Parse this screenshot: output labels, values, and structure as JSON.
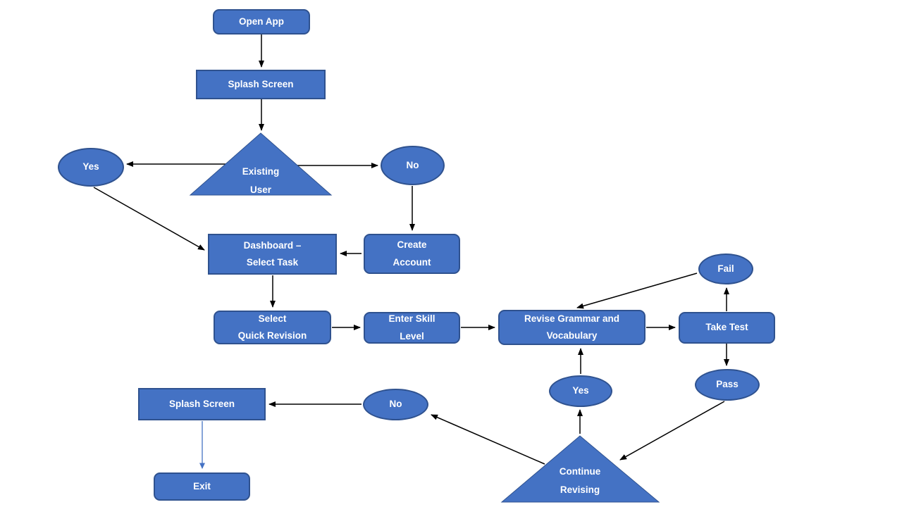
{
  "colors": {
    "background": "#FFFFFF",
    "node_fill": "#4472C4",
    "node_border": "#2F528F",
    "text": "#FFFFFF",
    "arrow": "#000000",
    "blue_arrow": "#4472C4"
  },
  "nodes": {
    "open_app": {
      "shape": "rounded-rect",
      "label": "Open App"
    },
    "splash_screen_top": {
      "shape": "rect",
      "label": "Splash Screen"
    },
    "existing_user": {
      "shape": "triangle",
      "label": "Existing\nUser"
    },
    "yes_top": {
      "shape": "ellipse",
      "label": "Yes"
    },
    "no_top": {
      "shape": "ellipse",
      "label": "No"
    },
    "dashboard": {
      "shape": "rect",
      "label": "Dashboard –\nSelect Task"
    },
    "create_account": {
      "shape": "rounded-rect",
      "label": "Create\nAccount"
    },
    "select_quick_revision": {
      "shape": "rounded-rect",
      "label": "Select\nQuick Revision"
    },
    "enter_skill_level": {
      "shape": "rounded-rect",
      "label": "Enter Skill\nLevel"
    },
    "revise_grammar": {
      "shape": "rounded-rect",
      "label": "Revise Grammar and\nVocabulary"
    },
    "take_test": {
      "shape": "rounded-rect",
      "label": "Take Test"
    },
    "fail": {
      "shape": "ellipse",
      "label": "Fail"
    },
    "pass": {
      "shape": "ellipse",
      "label": "Pass"
    },
    "yes_bottom": {
      "shape": "ellipse",
      "label": "Yes"
    },
    "no_bottom": {
      "shape": "ellipse",
      "label": "No"
    },
    "splash_screen_bottom": {
      "shape": "rect",
      "label": "Splash Screen"
    },
    "exit": {
      "shape": "rounded-rect",
      "label": "Exit"
    },
    "continue_revising": {
      "shape": "triangle",
      "label": "Continue\nRevising"
    }
  },
  "edges": [
    {
      "from": "open_app",
      "to": "splash_screen_top",
      "style": "black"
    },
    {
      "from": "splash_screen_top",
      "to": "existing_user",
      "style": "black"
    },
    {
      "from": "existing_user",
      "to": "yes_top",
      "style": "black"
    },
    {
      "from": "existing_user",
      "to": "no_top",
      "style": "black"
    },
    {
      "from": "yes_top",
      "to": "dashboard",
      "style": "black"
    },
    {
      "from": "no_top",
      "to": "create_account",
      "style": "black"
    },
    {
      "from": "create_account",
      "to": "dashboard",
      "style": "black"
    },
    {
      "from": "dashboard",
      "to": "select_quick_revision",
      "style": "black"
    },
    {
      "from": "select_quick_revision",
      "to": "enter_skill_level",
      "style": "black"
    },
    {
      "from": "enter_skill_level",
      "to": "revise_grammar",
      "style": "black"
    },
    {
      "from": "revise_grammar",
      "to": "take_test",
      "style": "black"
    },
    {
      "from": "take_test",
      "to": "fail",
      "style": "black"
    },
    {
      "from": "fail",
      "to": "revise_grammar",
      "style": "black"
    },
    {
      "from": "take_test",
      "to": "pass",
      "style": "black"
    },
    {
      "from": "pass",
      "to": "continue_revising",
      "style": "black"
    },
    {
      "from": "continue_revising",
      "to": "yes_bottom",
      "style": "black"
    },
    {
      "from": "yes_bottom",
      "to": "revise_grammar",
      "style": "black"
    },
    {
      "from": "continue_revising",
      "to": "no_bottom",
      "style": "black"
    },
    {
      "from": "no_bottom",
      "to": "splash_screen_bottom",
      "style": "black"
    },
    {
      "from": "splash_screen_bottom",
      "to": "exit",
      "style": "blue"
    }
  ]
}
